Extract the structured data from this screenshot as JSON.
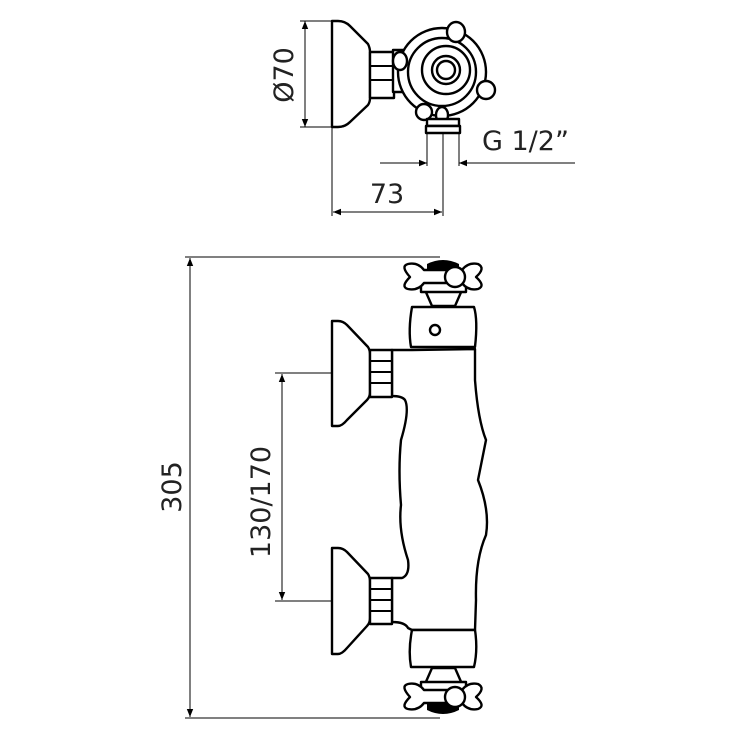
{
  "drawing": {
    "top_view": {
      "diameter_label": "Ø70",
      "depth_label": "73",
      "thread_label": "G 1/2”"
    },
    "front_view": {
      "height_label": "305",
      "spacing_label": "130/170"
    }
  }
}
